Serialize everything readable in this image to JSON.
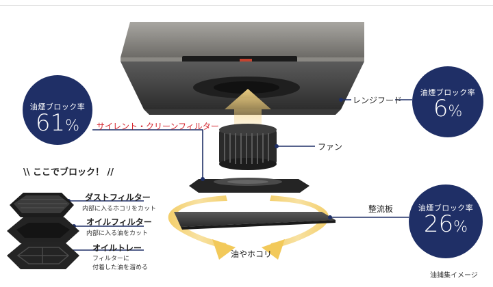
{
  "circles": {
    "filter": {
      "label": "油煙ブロック率",
      "value": "61",
      "unit": "%"
    },
    "hood": {
      "label": "油煙ブロック率",
      "value": "6",
      "unit": "%"
    },
    "plate": {
      "label": "油煙ブロック率",
      "value": "26",
      "unit": "%"
    }
  },
  "labels": {
    "filter_name": "サイレント・クリーンフィルター",
    "range_hood": "レンジフード",
    "fan": "ファン",
    "rectifier": "整流板",
    "oil_dust": "油やホコリ",
    "image_caption": "油捕集イメージ"
  },
  "block_section": {
    "title": "\\\\  ここでブロック！ //",
    "layers": [
      {
        "name": "ダストフィルター",
        "desc": "内部に入るホコリをカット"
      },
      {
        "name": "オイルフィルター",
        "desc": "内部に入る油をカット"
      },
      {
        "name": "オイルトレー",
        "desc": "フィルターに\n付着した油を溜める"
      }
    ]
  },
  "colors": {
    "navy": "#1f2f66",
    "red_label": "#d4232c",
    "airflow": "#f4d77a",
    "hood": "#6c6a66"
  }
}
